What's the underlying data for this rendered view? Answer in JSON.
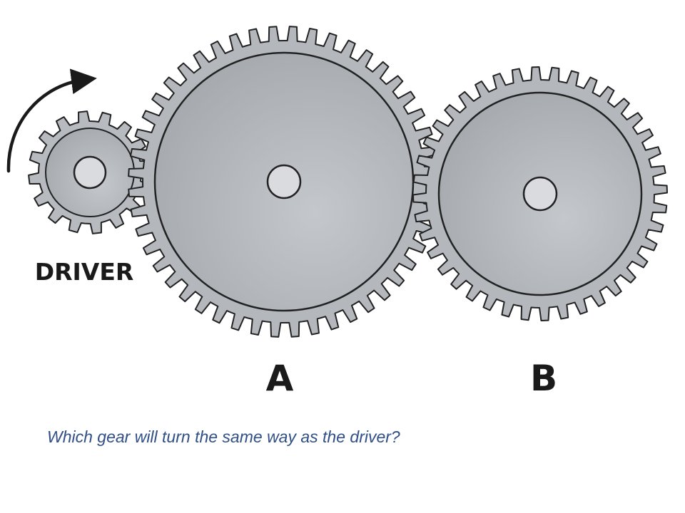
{
  "diagram": {
    "labels": {
      "driver": "DRIVER",
      "gear_a": "A",
      "gear_b": "B"
    },
    "rotation_arrow": "clockwise",
    "colors": {
      "gear_metal": "#b4b8bd",
      "gear_face": "#a9adb2",
      "gear_outline": "#222222",
      "label_text": "#1a1a1a",
      "question_text": "#2f4f86"
    },
    "gears": [
      {
        "id": "driver",
        "teeth": 16
      },
      {
        "id": "A",
        "teeth": 48
      },
      {
        "id": "B",
        "teeth": 40
      }
    ]
  },
  "question": {
    "text": "Which gear will turn the same way as the driver?"
  }
}
